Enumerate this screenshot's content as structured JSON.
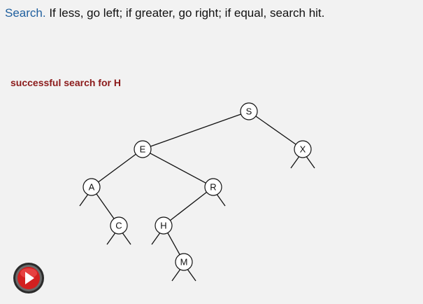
{
  "header": {
    "keyword": "Search.",
    "text": "If less, go left; if greater, go right; if equal, search hit."
  },
  "subtitle": "successful search for H",
  "tree": {
    "nodes": [
      {
        "id": "S",
        "label": "S"
      },
      {
        "id": "E",
        "label": "E"
      },
      {
        "id": "X",
        "label": "X"
      },
      {
        "id": "A",
        "label": "A"
      },
      {
        "id": "R",
        "label": "R"
      },
      {
        "id": "C",
        "label": "C"
      },
      {
        "id": "H",
        "label": "H"
      },
      {
        "id": "M",
        "label": "M"
      }
    ],
    "edges": [
      [
        "S",
        "E"
      ],
      [
        "S",
        "X"
      ],
      [
        "E",
        "A"
      ],
      [
        "E",
        "R"
      ],
      [
        "A",
        "C"
      ],
      [
        "R",
        "H"
      ],
      [
        "H",
        "M"
      ]
    ],
    "null_links": [
      {
        "node": "X",
        "side": "left"
      },
      {
        "node": "X",
        "side": "right"
      },
      {
        "node": "A",
        "side": "left"
      },
      {
        "node": "R",
        "side": "right"
      },
      {
        "node": "C",
        "side": "left"
      },
      {
        "node": "C",
        "side": "right"
      },
      {
        "node": "H",
        "side": "left"
      },
      {
        "node": "M",
        "side": "left"
      },
      {
        "node": "M",
        "side": "right"
      }
    ]
  },
  "controls": {
    "play_icon": "play-icon",
    "colors": {
      "button_red": "#d22020",
      "button_ring": "#3a3a3a"
    }
  }
}
